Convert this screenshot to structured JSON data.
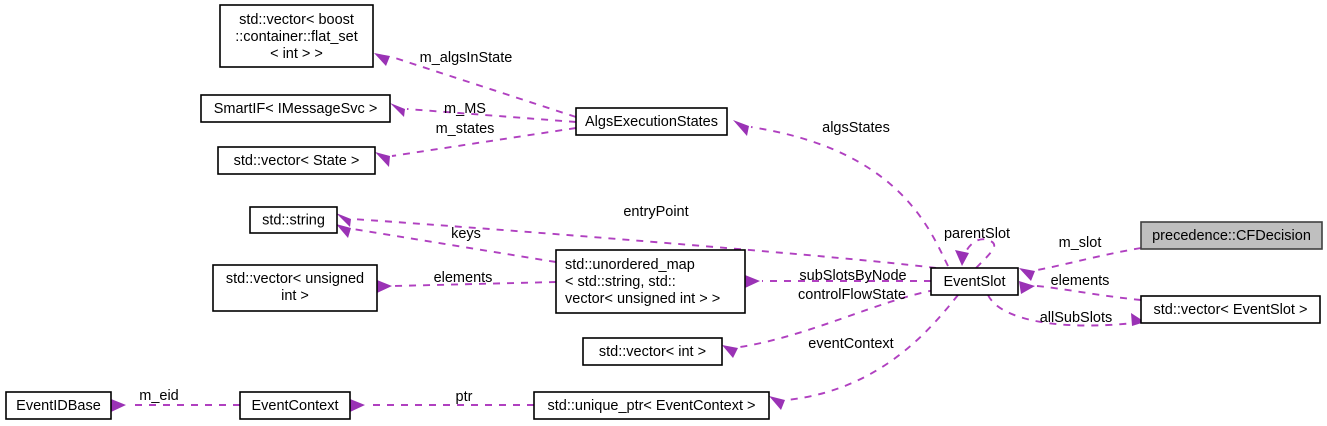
{
  "diagram": {
    "type": "uml-collaboration-diagram",
    "accent_color": "#b040c0",
    "arrow_color": "#9a32b5",
    "node_fill": "#ffffff",
    "highlight_fill": "#bfbfbf",
    "border_color": "#000000",
    "background": "#ffffff",
    "nodes": [
      {
        "id": "vec_flatset",
        "label_lines": [
          "std::vector< boost",
          "::container::flat_set",
          "< int > >"
        ],
        "highlighted": false
      },
      {
        "id": "smartif",
        "label_lines": [
          "SmartIF< IMessageSvc >"
        ],
        "highlighted": false
      },
      {
        "id": "vec_state",
        "label_lines": [
          "std::vector< State >"
        ],
        "highlighted": false
      },
      {
        "id": "algs_exec_states",
        "label_lines": [
          "AlgsExecutionStates"
        ],
        "highlighted": false
      },
      {
        "id": "std_string",
        "label_lines": [
          "std::string"
        ],
        "highlighted": false
      },
      {
        "id": "vec_uint",
        "label_lines": [
          "std::vector< unsigned",
          "int >"
        ],
        "highlighted": false
      },
      {
        "id": "unordered_map",
        "label_lines": [
          "std::unordered_map",
          "< std::string, std::",
          "vector< unsigned int > >"
        ],
        "highlighted": false
      },
      {
        "id": "vec_int",
        "label_lines": [
          "std::vector< int >"
        ],
        "highlighted": false
      },
      {
        "id": "event_slot",
        "label_lines": [
          "EventSlot"
        ],
        "highlighted": false
      },
      {
        "id": "cf_decision",
        "label_lines": [
          "precedence::CFDecision"
        ],
        "highlighted": true
      },
      {
        "id": "vec_eventslot",
        "label_lines": [
          "std::vector< EventSlot >"
        ],
        "highlighted": false
      },
      {
        "id": "event_id_base",
        "label_lines": [
          "EventIDBase"
        ],
        "highlighted": false
      },
      {
        "id": "event_context",
        "label_lines": [
          "EventContext"
        ],
        "highlighted": false
      },
      {
        "id": "unique_ptr_ec",
        "label_lines": [
          "std::unique_ptr< EventContext >"
        ],
        "highlighted": false
      }
    ],
    "edges": [
      {
        "id": "e-algsinstate",
        "from": "algs_exec_states",
        "to": "vec_flatset",
        "label": "m_algsInState"
      },
      {
        "id": "e-mms",
        "from": "algs_exec_states",
        "to": "smartif",
        "label": "m_MS"
      },
      {
        "id": "e-mstates",
        "from": "algs_exec_states",
        "to": "vec_state",
        "label": "m_states"
      },
      {
        "id": "e-algsstates",
        "from": "event_slot",
        "to": "algs_exec_states",
        "label": "algsStates"
      },
      {
        "id": "e-entrypoint",
        "from": "event_slot",
        "to": "std_string",
        "label": "entryPoint"
      },
      {
        "id": "e-keys",
        "from": "unordered_map",
        "to": "std_string",
        "label": "keys"
      },
      {
        "id": "e-elements-uint",
        "from": "unordered_map",
        "to": "vec_uint",
        "label": "elements"
      },
      {
        "id": "e-subslotsbynode",
        "from": "event_slot",
        "to": "unordered_map",
        "label": "subSlotsByNode"
      },
      {
        "id": "e-controlflowstate",
        "from": "event_slot",
        "to": "vec_int",
        "label": "controlFlowState"
      },
      {
        "id": "e-eventcontext",
        "from": "event_slot",
        "to": "unique_ptr_ec",
        "label": "eventContext"
      },
      {
        "id": "e-parentslot",
        "from": "event_slot",
        "to": "event_slot",
        "label": "parentSlot"
      },
      {
        "id": "e-mslot",
        "from": "cf_decision",
        "to": "event_slot",
        "label": "m_slot"
      },
      {
        "id": "e-elements-eventslot",
        "from": "vec_eventslot",
        "to": "event_slot",
        "label": "elements"
      },
      {
        "id": "e-allsubslots",
        "from": "event_slot",
        "to": "vec_eventslot",
        "label": "allSubSlots"
      },
      {
        "id": "e-ptr",
        "from": "unique_ptr_ec",
        "to": "event_context",
        "label": "ptr"
      },
      {
        "id": "e-meid",
        "from": "event_context",
        "to": "event_id_base",
        "label": "m_eid"
      }
    ]
  }
}
